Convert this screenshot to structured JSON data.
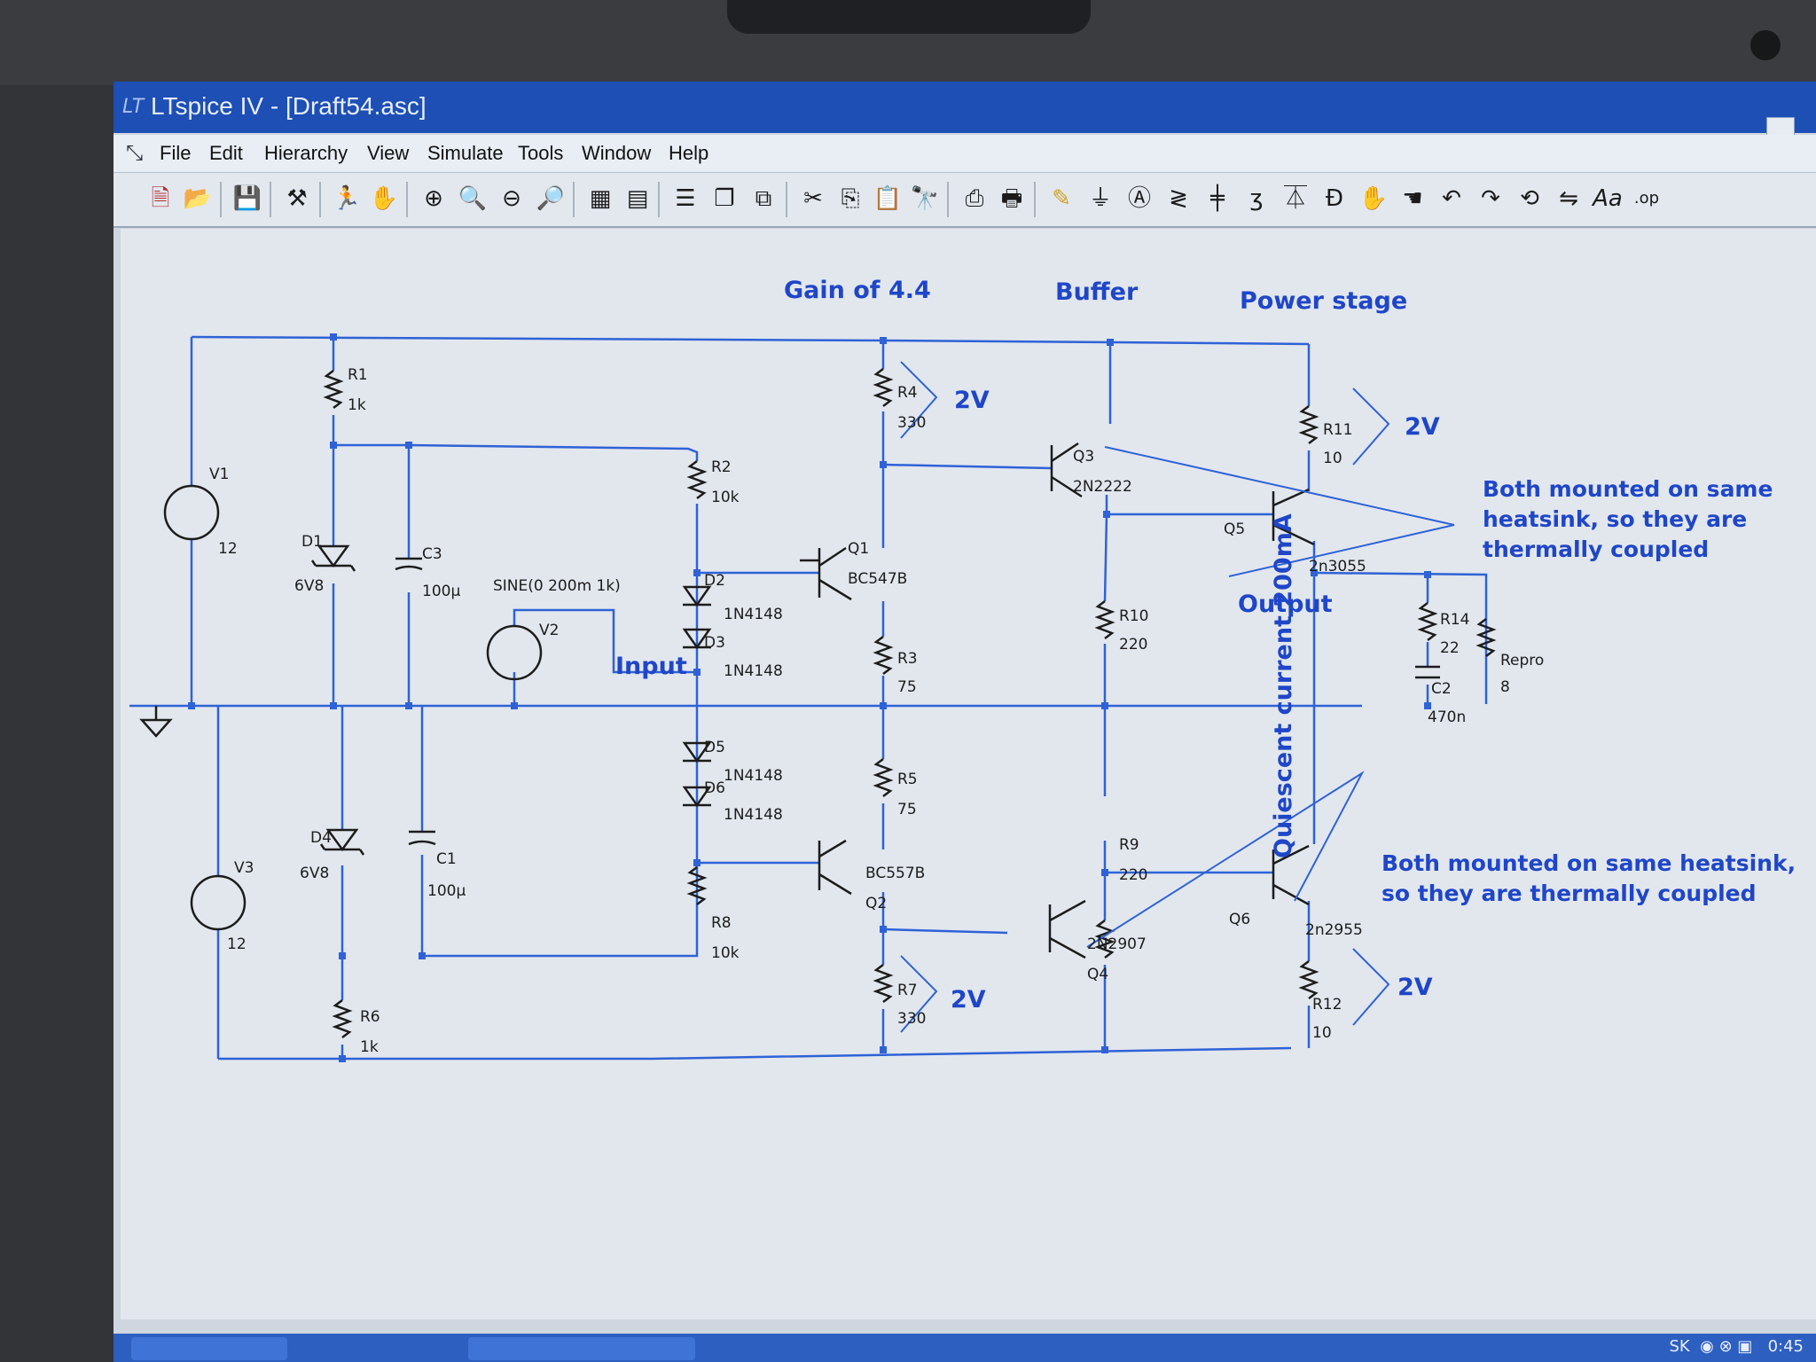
{
  "window": {
    "title": "LTspice IV - [Draft54.asc]"
  },
  "menu": {
    "items": [
      "File",
      "Edit",
      "Hierarchy",
      "View",
      "Simulate",
      "Tools",
      "Window",
      "Help"
    ]
  },
  "toolbar_icons": [
    "new-schematic-icon",
    "open-icon",
    "save-icon",
    "control-panel-icon",
    "run-icon",
    "halt-icon",
    "zoom-in-icon",
    "zoom-pan-icon",
    "zoom-out-icon",
    "zoom-fit-icon",
    "autorange-icon",
    "plot-settings-icon",
    "tile-icon",
    "cascade-icon",
    "close-all-icon",
    "cut-icon",
    "copy-icon",
    "paste-icon",
    "find-icon",
    "print-setup-icon",
    "print-icon",
    "wire-icon",
    "ground-icon",
    "label-icon",
    "resistor-icon",
    "capacitor-icon",
    "inductor-icon",
    "diode-icon",
    "component-icon",
    "move-icon",
    "drag-icon",
    "undo-icon",
    "redo-icon",
    "rotate-icon",
    "mirror-icon",
    "text-icon",
    "spice-directive-icon"
  ],
  "schematic": {
    "headings": {
      "gain": "Gain of 4.4",
      "buffer": "Buffer",
      "power": "Power stage"
    },
    "notes": {
      "heatsink_top": [
        "Both mounted on same",
        "heatsink, so they are",
        "thermally coupled"
      ],
      "heatsink_bottom": [
        "Both mounted on same heatsink,",
        "so they are thermally coupled"
      ],
      "quiescent": "Quiescent current 200mA",
      "output": "Output",
      "input": "Input",
      "v2": "2V"
    },
    "sources": {
      "v1_name": "V1",
      "v1_val": "12",
      "v3_name": "V3",
      "v3_val": "12",
      "v2_name": "V2",
      "v2_val": "SINE(0 200m 1k)"
    },
    "parts": {
      "r1": "R1",
      "r1v": "1k",
      "r2": "R2",
      "r2v": "10k",
      "r3": "R3",
      "r3v": "75",
      "r4": "R4",
      "r4v": "330",
      "r5": "R5",
      "r5v": "75",
      "r6": "R6",
      "r6v": "1k",
      "r7": "R7",
      "r7v": "330",
      "r8": "R8",
      "r8v": "10k",
      "r9": "R9",
      "r9v": "220",
      "r10": "R10",
      "r10v": "220",
      "r11": "R11",
      "r11v": "10",
      "r12": "R12",
      "r12v": "10",
      "r14": "R14",
      "r14v": "22",
      "repro": "Repro",
      "reprov": "8",
      "c1": "C1",
      "c1v": "100µ",
      "c2": "C2",
      "c2v": "470n",
      "c3": "C3",
      "c3v": "100µ",
      "d1": "D1",
      "d1v": "6V8",
      "d4": "D4",
      "d4v": "6V8",
      "d2": "D2",
      "d2v": "1N4148",
      "d3": "D3",
      "d3v": "1N4148",
      "d5": "D5",
      "d5v": "1N4148",
      "d6": "D6",
      "d6v": "1N4148",
      "q1": "Q1",
      "q1v": "BC547B",
      "q2": "Q2",
      "q2v": "BC557B",
      "q3": "Q3",
      "q3v": "2N2222",
      "q4": "Q4",
      "q4v": "2N2907",
      "q5": "Q5",
      "q5v": "2n3055",
      "q6": "Q6",
      "q6v": "2n2955"
    }
  },
  "taskbar": {
    "lang": "SK",
    "time": "0:45"
  },
  "colors": {
    "wire": "#2f62d6",
    "text_blue": "#1f46c8",
    "titlebar": "#1d4fb5",
    "canvas": "#e2e7ee"
  }
}
